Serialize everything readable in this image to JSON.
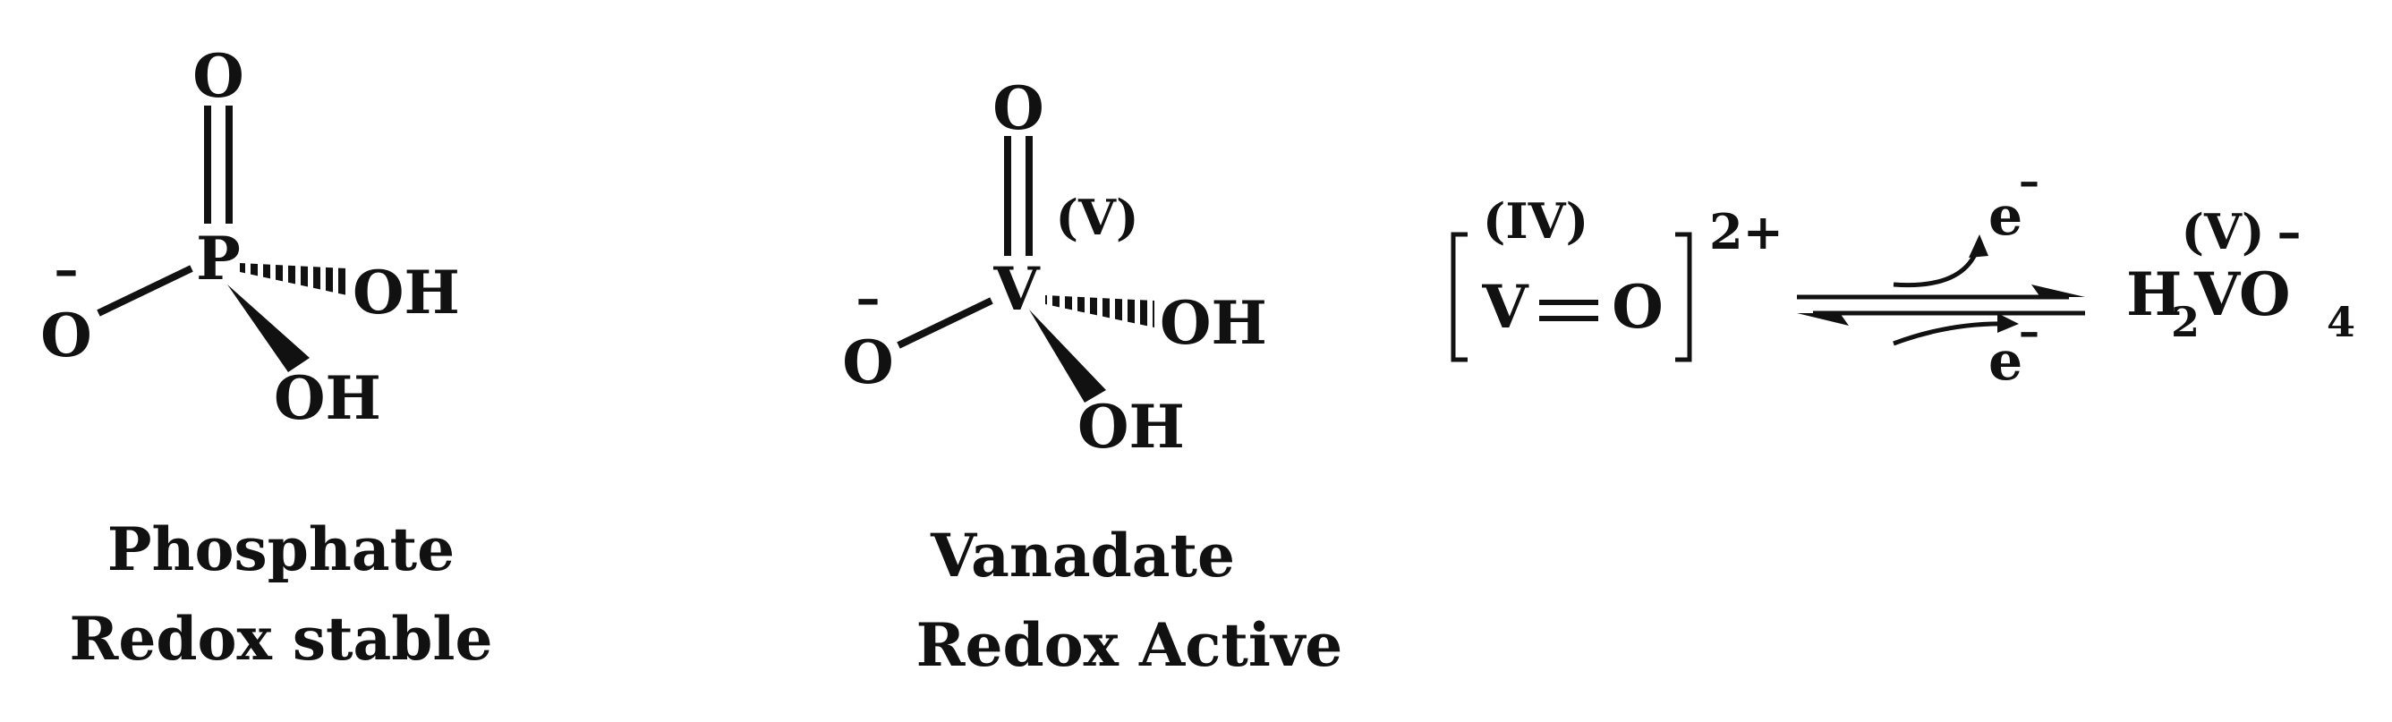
{
  "phosphate": {
    "atoms": {
      "top_o": "O",
      "center": "P",
      "right_oh": "OH",
      "bottom_oh": "OH",
      "left_o": "O",
      "left_charge": "–"
    },
    "caption_line1": "Phosphate",
    "caption_line2": "Redox stable"
  },
  "vanadate": {
    "atoms": {
      "top_o": "O",
      "center": "V",
      "oxidation": "(V)",
      "right_oh": "OH",
      "bottom_oh": "OH",
      "left_o": "O",
      "left_charge": "–"
    },
    "caption_line1": "Vanadate",
    "caption_line2": "Redox Active"
  },
  "equilibrium": {
    "reactant": {
      "oxidation": "(IV)",
      "v": "V",
      "o": "O",
      "charge": "2+"
    },
    "electron_top": "e",
    "electron_bottom": "e",
    "electron_sign": "–",
    "product": {
      "oxidation": "(V)",
      "charge": "–",
      "h": "H",
      "h_sub": "2",
      "vo": "VO",
      "o_sub": "4"
    }
  },
  "colors": {
    "ink": "#111111",
    "background": "#ffffff"
  }
}
